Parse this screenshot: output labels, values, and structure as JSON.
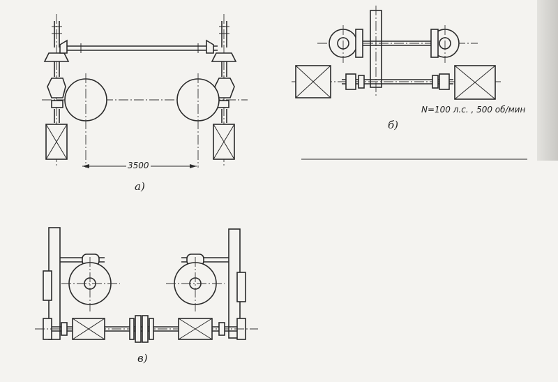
{
  "figure_a": {
    "label": "а)",
    "dimension": "3500"
  },
  "figure_b": {
    "label": "б)",
    "spec": "N=100 л.с. , 500 об/мин"
  },
  "figure_c": {
    "label": "в)"
  },
  "colors": {
    "ink": "#2a2a2a",
    "paper": "#f4f3f0"
  }
}
